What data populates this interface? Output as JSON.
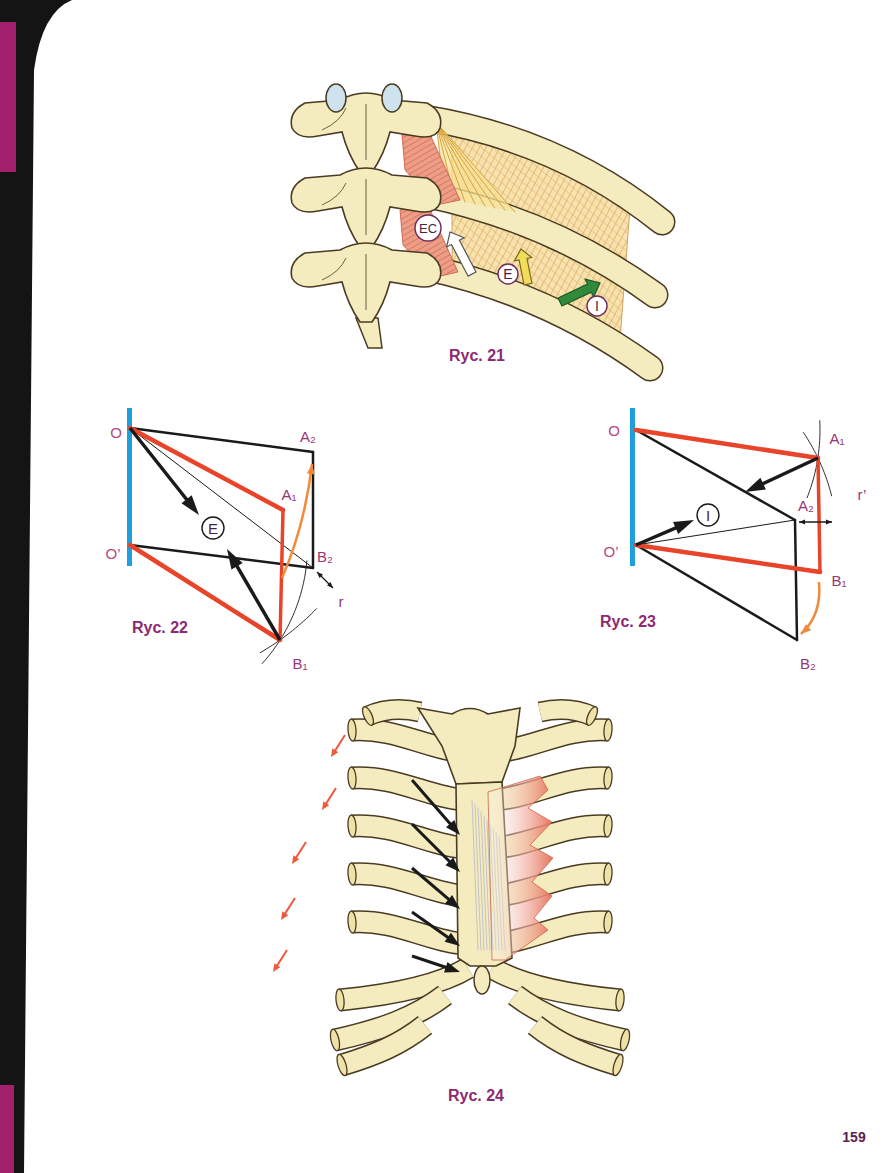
{
  "diagram": {
    "nodes": [
      {
        "text": [
          "EC"
        ]
      },
      {
        "text": [
          "E"
        ]
      },
      {
        "text": [
          "I"
        ]
      },
      {
        "text": [
          "E"
        ]
      },
      {
        "text": [
          "I"
        ]
      }
    ],
    "labels": [
      "Ryc. 21",
      "O",
      "A₂",
      "A₁",
      "O’",
      "B₂",
      "r",
      "B₁",
      "Ryc. 22",
      "O",
      "A₁",
      "A₂",
      "r’",
      "O’",
      "B₁",
      "B₂",
      "Ryc. 23",
      "Ryc. 24",
      "159"
    ]
  }
}
